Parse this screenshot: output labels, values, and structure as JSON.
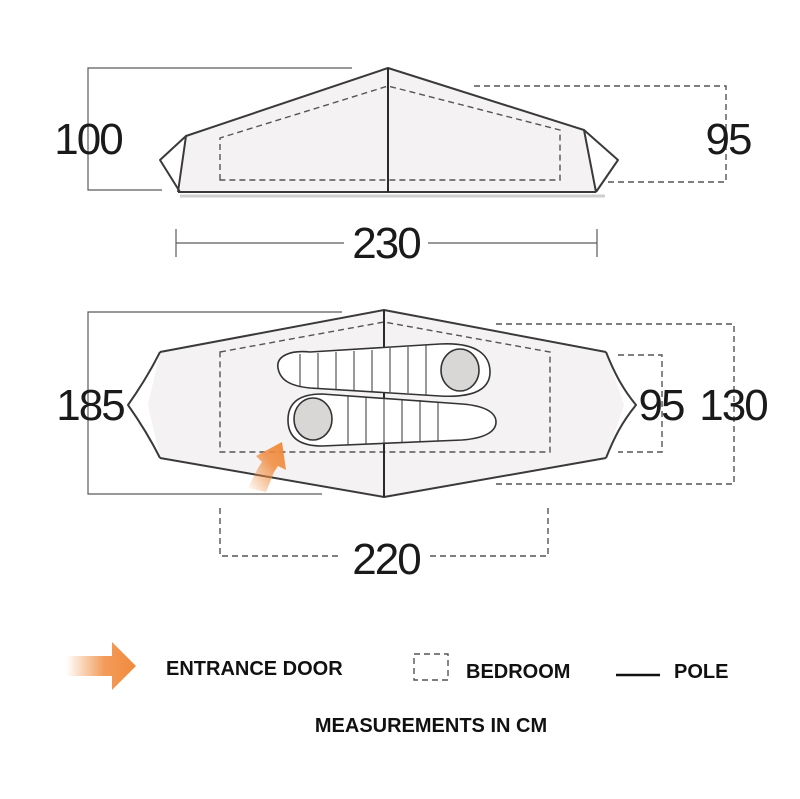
{
  "side_view": {
    "height_left": "100",
    "height_right": "95",
    "length": "230"
  },
  "top_view": {
    "width_left": "185",
    "width_inner": "95",
    "width_outer": "130",
    "length": "220"
  },
  "legend": {
    "entrance": "ENTRANCE DOOR",
    "bedroom": "BEDROOM",
    "pole": "POLE"
  },
  "units_note": "MEASUREMENTS IN CM",
  "colors": {
    "bedroom_fill": "#ece9e9",
    "entrance_arrow": "#f08a3c",
    "outline": "#3a3a3a"
  }
}
